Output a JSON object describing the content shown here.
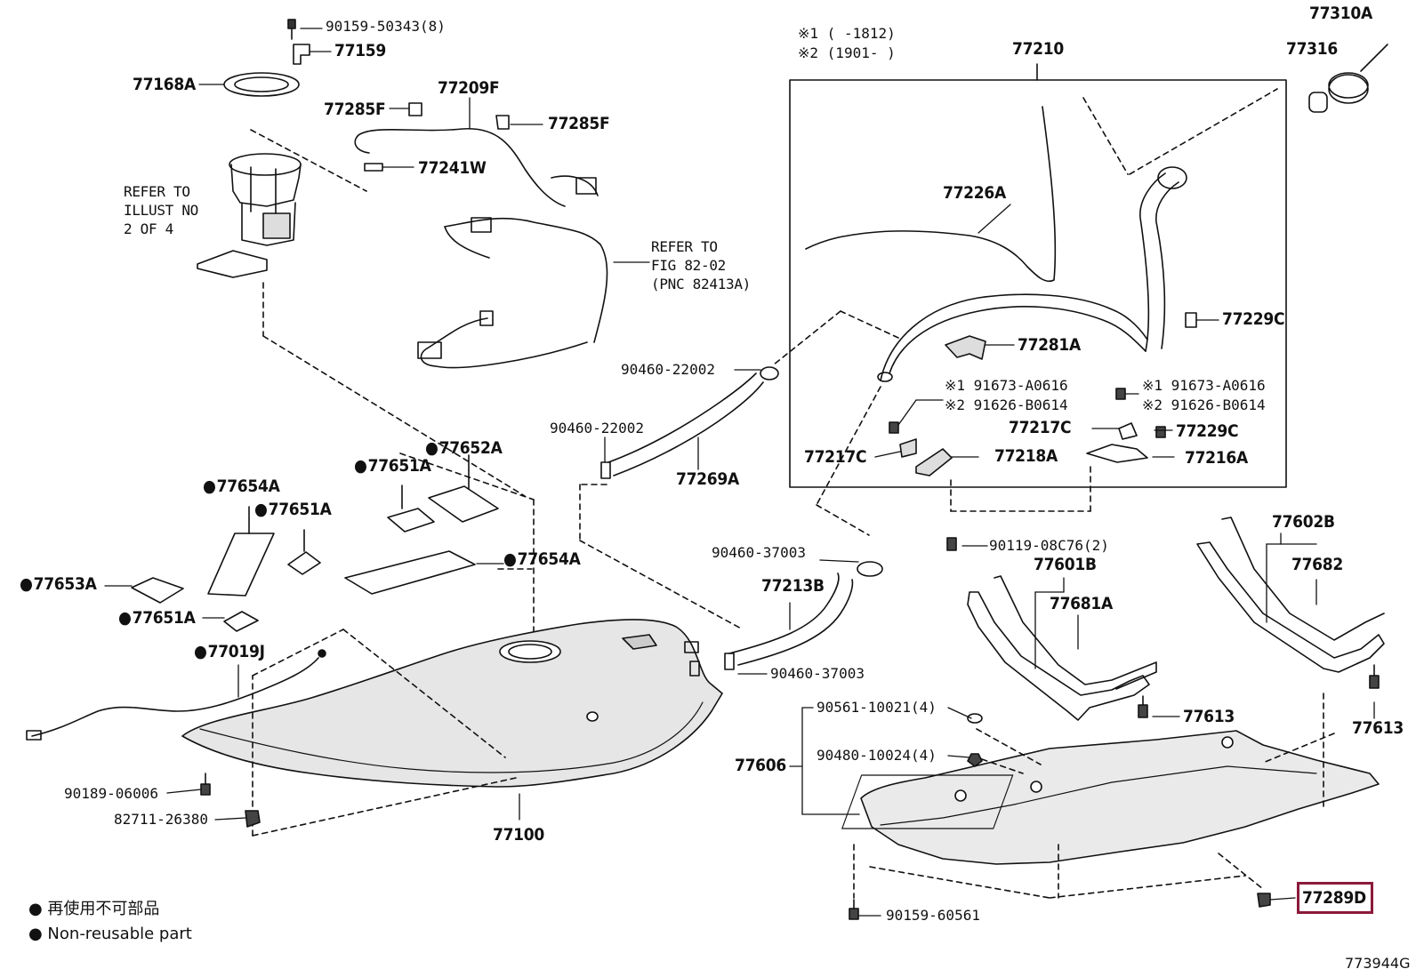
{
  "labels": {
    "p90159_50343": "90159-50343(8)",
    "p77159": "77159",
    "p77168A": "77168A",
    "p77285F_a": "77285F",
    "p77209F": "77209F",
    "p77285F_b": "77285F",
    "p77241W": "77241W",
    "refer_illust": "REFER TO\nILLUST NO\n2 OF 4",
    "refer_fig": "REFER TO\nFIG 82-02\n(PNC 82413A)",
    "note1": "※1 (     -1812)",
    "note2": "※2 (1901-     )",
    "p77210": "77210",
    "p77310A": "77310A",
    "p77316": "77316",
    "p77226A": "77226A",
    "p77229C_a": "77229C",
    "p77281A": "77281A",
    "p90460_22002_a": "90460-22002",
    "p91673_a": "※1 91673-A0616",
    "p91626_a": "※2 91626-B0614",
    "p91673_b": "※1 91673-A0616",
    "p91626_b": "※2 91626-B0614",
    "p77217C_a": "77217C",
    "p77229C_b": "77229C",
    "p77217C_b": "77217C",
    "p77218A": "77218A",
    "p77216A": "77216A",
    "p90460_22002_b": "90460-22002",
    "p77269A": "77269A",
    "p77652A": "77652A",
    "p77651A_a": "77651A",
    "p77654A_a": "77654A",
    "p77651A_b": "77651A",
    "p77654A_b": "77654A",
    "p77653A": "77653A",
    "p77651A_c": "77651A",
    "p77019J": "77019J",
    "p90460_37003_a": "90460-37003",
    "p77213B": "77213B",
    "p90460_37003_b": "90460-37003",
    "p90119": "90119-08C76(2)",
    "p77602B": "77602B",
    "p77601B": "77601B",
    "p77682": "77682",
    "p77681A": "77681A",
    "p90561": "90561-10021(4)",
    "p77613_a": "77613",
    "p77613_b": "77613",
    "p77606": "77606",
    "p90480": "90480-10024(4)",
    "p90189": "90189-06006",
    "p82711": "82711-26380",
    "p77100": "77100",
    "p77289D": "77289D",
    "p90159_60561": "90159-60561"
  },
  "legend": {
    "line1": "● 再使用不可部品",
    "line2": "● Non-reusable part"
  },
  "figure_id": "773944G",
  "colors": {
    "line": "#111111",
    "highlight": "#8b1a3a",
    "tank_fill": "#e6e6e6"
  }
}
